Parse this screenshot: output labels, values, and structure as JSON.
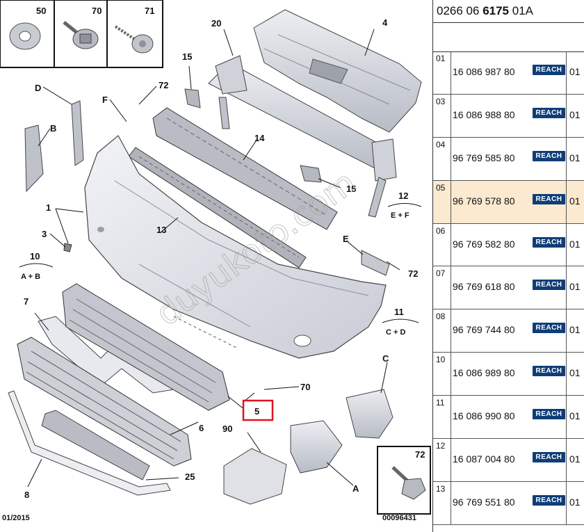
{
  "diagram": {
    "date_code": "01/2015",
    "figure_code": "00096431",
    "watermark": "duyukoto.com",
    "fastener_boxes": [
      {
        "num": "50",
        "icon": "washer-icon"
      },
      {
        "num": "70",
        "icon": "screw-flange-icon"
      },
      {
        "num": "71",
        "icon": "screw-tapping-icon"
      }
    ],
    "detail_box_num": "72",
    "callouts": {
      "n1": "1",
      "n3": "3",
      "n4": "4",
      "n5": "5",
      "n6": "6",
      "n7": "7",
      "n8": "8",
      "n13": "13",
      "n14": "14",
      "n15a": "15",
      "n15b": "15",
      "n20": "20",
      "n25": "25",
      "n70": "70",
      "n72a": "72",
      "n72b": "72",
      "n90": "90",
      "nA": "A",
      "nB": "B",
      "nC": "C",
      "nD": "D",
      "nE": "E",
      "nF": "F"
    },
    "groups": [
      {
        "num": "10",
        "sub": "A + B"
      },
      {
        "num": "11",
        "sub": "C + D"
      },
      {
        "num": "12",
        "sub": "E + F"
      }
    ],
    "highlighted_callout": "5"
  },
  "panel": {
    "header_prefix": "0266 06 ",
    "header_bold": "6175",
    "header_suffix": " 01A",
    "reach_label": "REACH",
    "rows": [
      {
        "idx": "01",
        "ref": "16 086 987 80",
        "qty": "01",
        "selected": false
      },
      {
        "idx": "03",
        "ref": "16 086 988 80",
        "qty": "01",
        "selected": false
      },
      {
        "idx": "04",
        "ref": "96 769 585 80",
        "qty": "01",
        "selected": false
      },
      {
        "idx": "05",
        "ref": "96 769 578 80",
        "qty": "01",
        "selected": true
      },
      {
        "idx": "06",
        "ref": "96 769 582 80",
        "qty": "01",
        "selected": false
      },
      {
        "idx": "07",
        "ref": "96 769 618 80",
        "qty": "01",
        "selected": false
      },
      {
        "idx": "08",
        "ref": "96 769 744 80",
        "qty": "01",
        "selected": false
      },
      {
        "idx": "10",
        "ref": "16 086 989 80",
        "qty": "01",
        "selected": false
      },
      {
        "idx": "11",
        "ref": "16 086 990 80",
        "qty": "01",
        "selected": false
      },
      {
        "idx": "12",
        "ref": "16 087 004 80",
        "qty": "01",
        "selected": false
      },
      {
        "idx": "13",
        "ref": "96 769 551 80",
        "qty": "01",
        "selected": false
      }
    ],
    "colors": {
      "reach_bg": "#0f3d78",
      "selected_bg": "#fbe9d0",
      "highlight_box": "#e0141e"
    }
  }
}
